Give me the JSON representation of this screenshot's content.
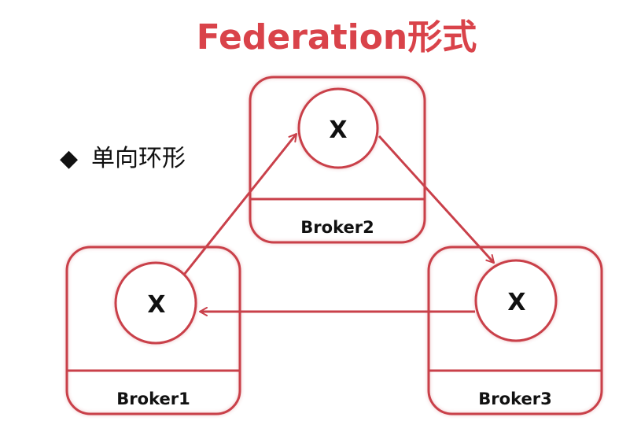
{
  "title": "Federation形式",
  "bullet": {
    "symbol": "◆",
    "text": "单向环形"
  },
  "colors": {
    "accent": "#d9434a",
    "stroke": "#c9404a",
    "text": "#111111"
  },
  "brokers": [
    {
      "id": "broker1",
      "label": "Broker1",
      "exchange": "X"
    },
    {
      "id": "broker2",
      "label": "Broker2",
      "exchange": "X"
    },
    {
      "id": "broker3",
      "label": "Broker3",
      "exchange": "X"
    }
  ],
  "links": [
    {
      "from": "broker1",
      "to": "broker2"
    },
    {
      "from": "broker2",
      "to": "broker3"
    },
    {
      "from": "broker3",
      "to": "broker1"
    }
  ]
}
